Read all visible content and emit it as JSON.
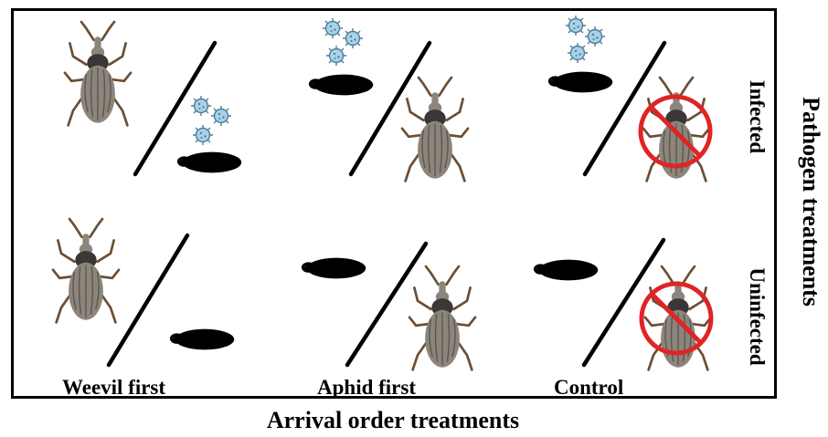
{
  "figure": {
    "x_title": "Arrival order treatments",
    "y_title": "Pathogen treatments",
    "columns": [
      "Weevil first",
      "Aphid first",
      "Control"
    ],
    "rows": [
      "Infected",
      "Uninfected"
    ]
  },
  "colors": {
    "weevil_body": "#8c857c",
    "weevil_stripe": "#5e5750",
    "weevil_head": "#3a3736",
    "weevil_legs": "#6b4e35",
    "infected_aphid": "#1f6f8b",
    "uninfected_aphid": "#8dbb3e",
    "virus": "#a9d2e8",
    "virus_outline": "#4f7d99",
    "prohibit": "#e02424",
    "divider": "#000000"
  },
  "icons": {
    "weevil": "weevil-icon",
    "aphid_infected": "infected-aphid-icon",
    "aphid_uninfected": "uninfected-aphid-icon",
    "virus": "virus-icon",
    "prohibition": "no-entry-icon"
  }
}
